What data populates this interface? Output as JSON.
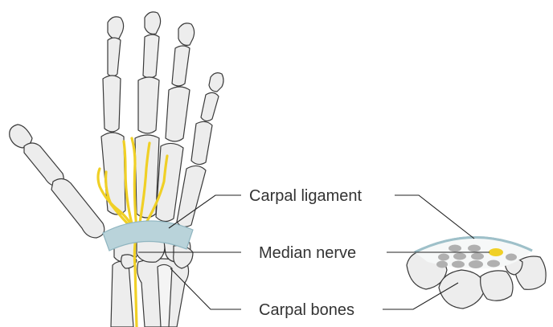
{
  "labels": {
    "carpal_ligament": "Carpal ligament",
    "median_nerve": "Median nerve",
    "carpal_bones": "Carpal bones"
  },
  "colors": {
    "background": "#ffffff",
    "bone_fill": "#ededed",
    "bone_outline": "#3a3a3a",
    "ligament": "#b9d3da",
    "ligament_outline": "#8fb5c0",
    "nerve": "#f0d026",
    "section_tendon": "#b0b0b0",
    "leader_line": "#222222",
    "label_text": "#333333"
  }
}
